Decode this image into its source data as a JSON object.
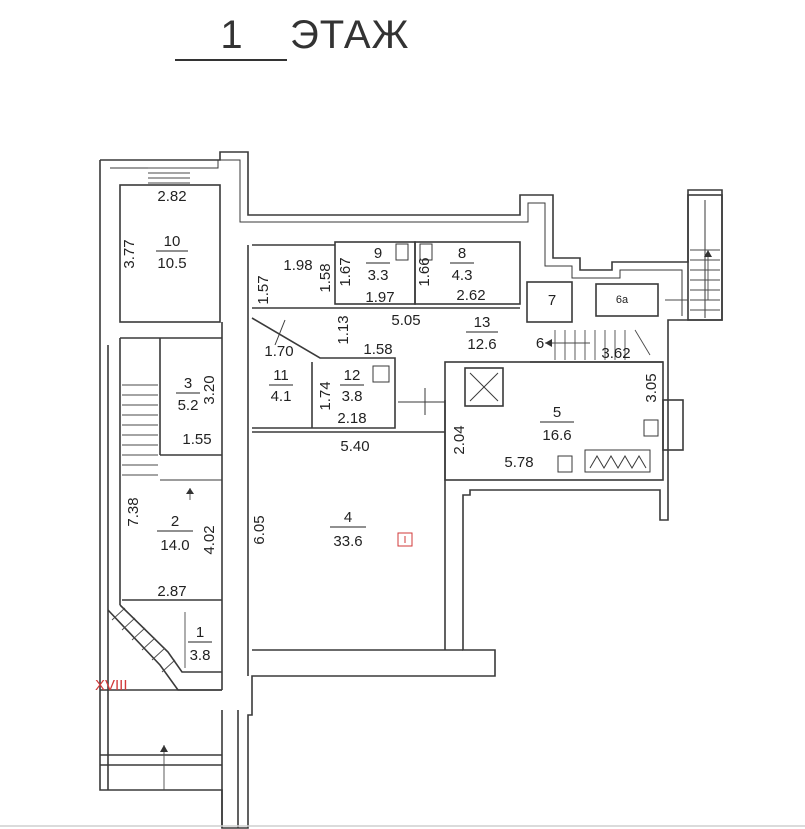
{
  "title": {
    "floor_number": "1",
    "floor_word": "ЭТАЖ"
  },
  "section_label": "XVIII",
  "rooms": [
    {
      "number": "1",
      "area": "3.8"
    },
    {
      "number": "2",
      "area": "14.0"
    },
    {
      "number": "3",
      "area": "5.2"
    },
    {
      "number": "4",
      "area": "33.6"
    },
    {
      "number": "5",
      "area": "16.6"
    },
    {
      "number": "6",
      "area": ""
    },
    {
      "number": "6a",
      "area": ""
    },
    {
      "number": "7",
      "area": ""
    },
    {
      "number": "8",
      "area": "4.3"
    },
    {
      "number": "9",
      "area": "3.3"
    },
    {
      "number": "10",
      "area": "10.5"
    },
    {
      "number": "11",
      "area": "4.1"
    },
    {
      "number": "12",
      "area": "3.8"
    },
    {
      "number": "13",
      "area": "12.6"
    }
  ],
  "dimensions": [
    "2.82",
    "3.77",
    "1.98",
    "1.57",
    "1.58",
    "1.67",
    "1.97",
    "1.66",
    "2.62",
    "5.05",
    "1.13",
    "1.70",
    "1.58",
    "1.74",
    "2.18",
    "5.40",
    "3.20",
    "1.55",
    "7.38",
    "4.02",
    "6.05",
    "2.87",
    "2.04",
    "5.78",
    "3.05",
    "3.62"
  ]
}
